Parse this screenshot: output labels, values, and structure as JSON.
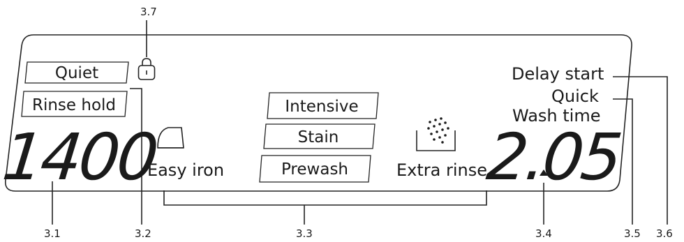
{
  "callouts": {
    "c31": "3.1",
    "c32": "3.2",
    "c33": "3.3",
    "c34": "3.4",
    "c35": "3.5",
    "c36": "3.6",
    "c37": "3.7"
  },
  "display": {
    "quiet": "Quiet",
    "rinse_hold": "Rinse hold",
    "spin_value": "1400",
    "easy_iron": "Easy iron",
    "intensive": "Intensive",
    "stain": "Stain",
    "prewash": "Prewash",
    "extra_rinse": "Extra rinse",
    "delay_start": "Delay start",
    "quick": "Quick",
    "wash_time": "Wash time",
    "time_value": "2.05"
  },
  "icons": {
    "lock": "lock-icon",
    "iron": "iron-icon",
    "rinse": "extra-rinse-icon"
  }
}
